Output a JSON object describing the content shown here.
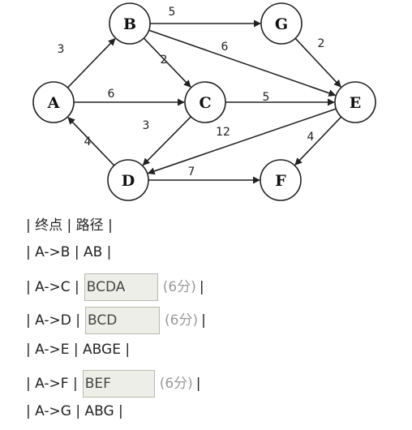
{
  "graph": {
    "nodes": [
      {
        "id": "A",
        "label": "A"
      },
      {
        "id": "B",
        "label": "B"
      },
      {
        "id": "G",
        "label": "G"
      },
      {
        "id": "C",
        "label": "C"
      },
      {
        "id": "E",
        "label": "E"
      },
      {
        "id": "D",
        "label": "D"
      },
      {
        "id": "F",
        "label": "F"
      }
    ],
    "edges": [
      {
        "from": "A",
        "to": "B",
        "weight": "3"
      },
      {
        "from": "A",
        "to": "C",
        "weight": "6"
      },
      {
        "from": "B",
        "to": "G",
        "weight": "5"
      },
      {
        "from": "B",
        "to": "C",
        "weight": "2"
      },
      {
        "from": "B",
        "to": "E",
        "weight": "6"
      },
      {
        "from": "G",
        "to": "E",
        "weight": "2"
      },
      {
        "from": "C",
        "to": "E",
        "weight": "5"
      },
      {
        "from": "C",
        "to": "D",
        "weight": "3"
      },
      {
        "from": "E",
        "to": "D",
        "weight": "12"
      },
      {
        "from": "E",
        "to": "F",
        "weight": "4"
      },
      {
        "from": "D",
        "to": "A",
        "weight": "4"
      },
      {
        "from": "D",
        "to": "F",
        "weight": "7"
      }
    ]
  },
  "table": {
    "header": "| 终点 | 路径 |",
    "rows": [
      {
        "prefix": "| A->B | AB |"
      },
      {
        "prefix": "| A->C |",
        "answer": "BCDA",
        "score": "(6分)",
        "suffix": "|"
      },
      {
        "prefix": "| A->D |",
        "answer": "BCD",
        "score": "(6分)",
        "suffix": "|"
      },
      {
        "prefix": "| A->E | ABGE |"
      },
      {
        "prefix": "| A->F |",
        "answer": "BEF",
        "score": "(6分)",
        "suffix": "|"
      },
      {
        "prefix": "| A->G | ABG |"
      }
    ]
  }
}
